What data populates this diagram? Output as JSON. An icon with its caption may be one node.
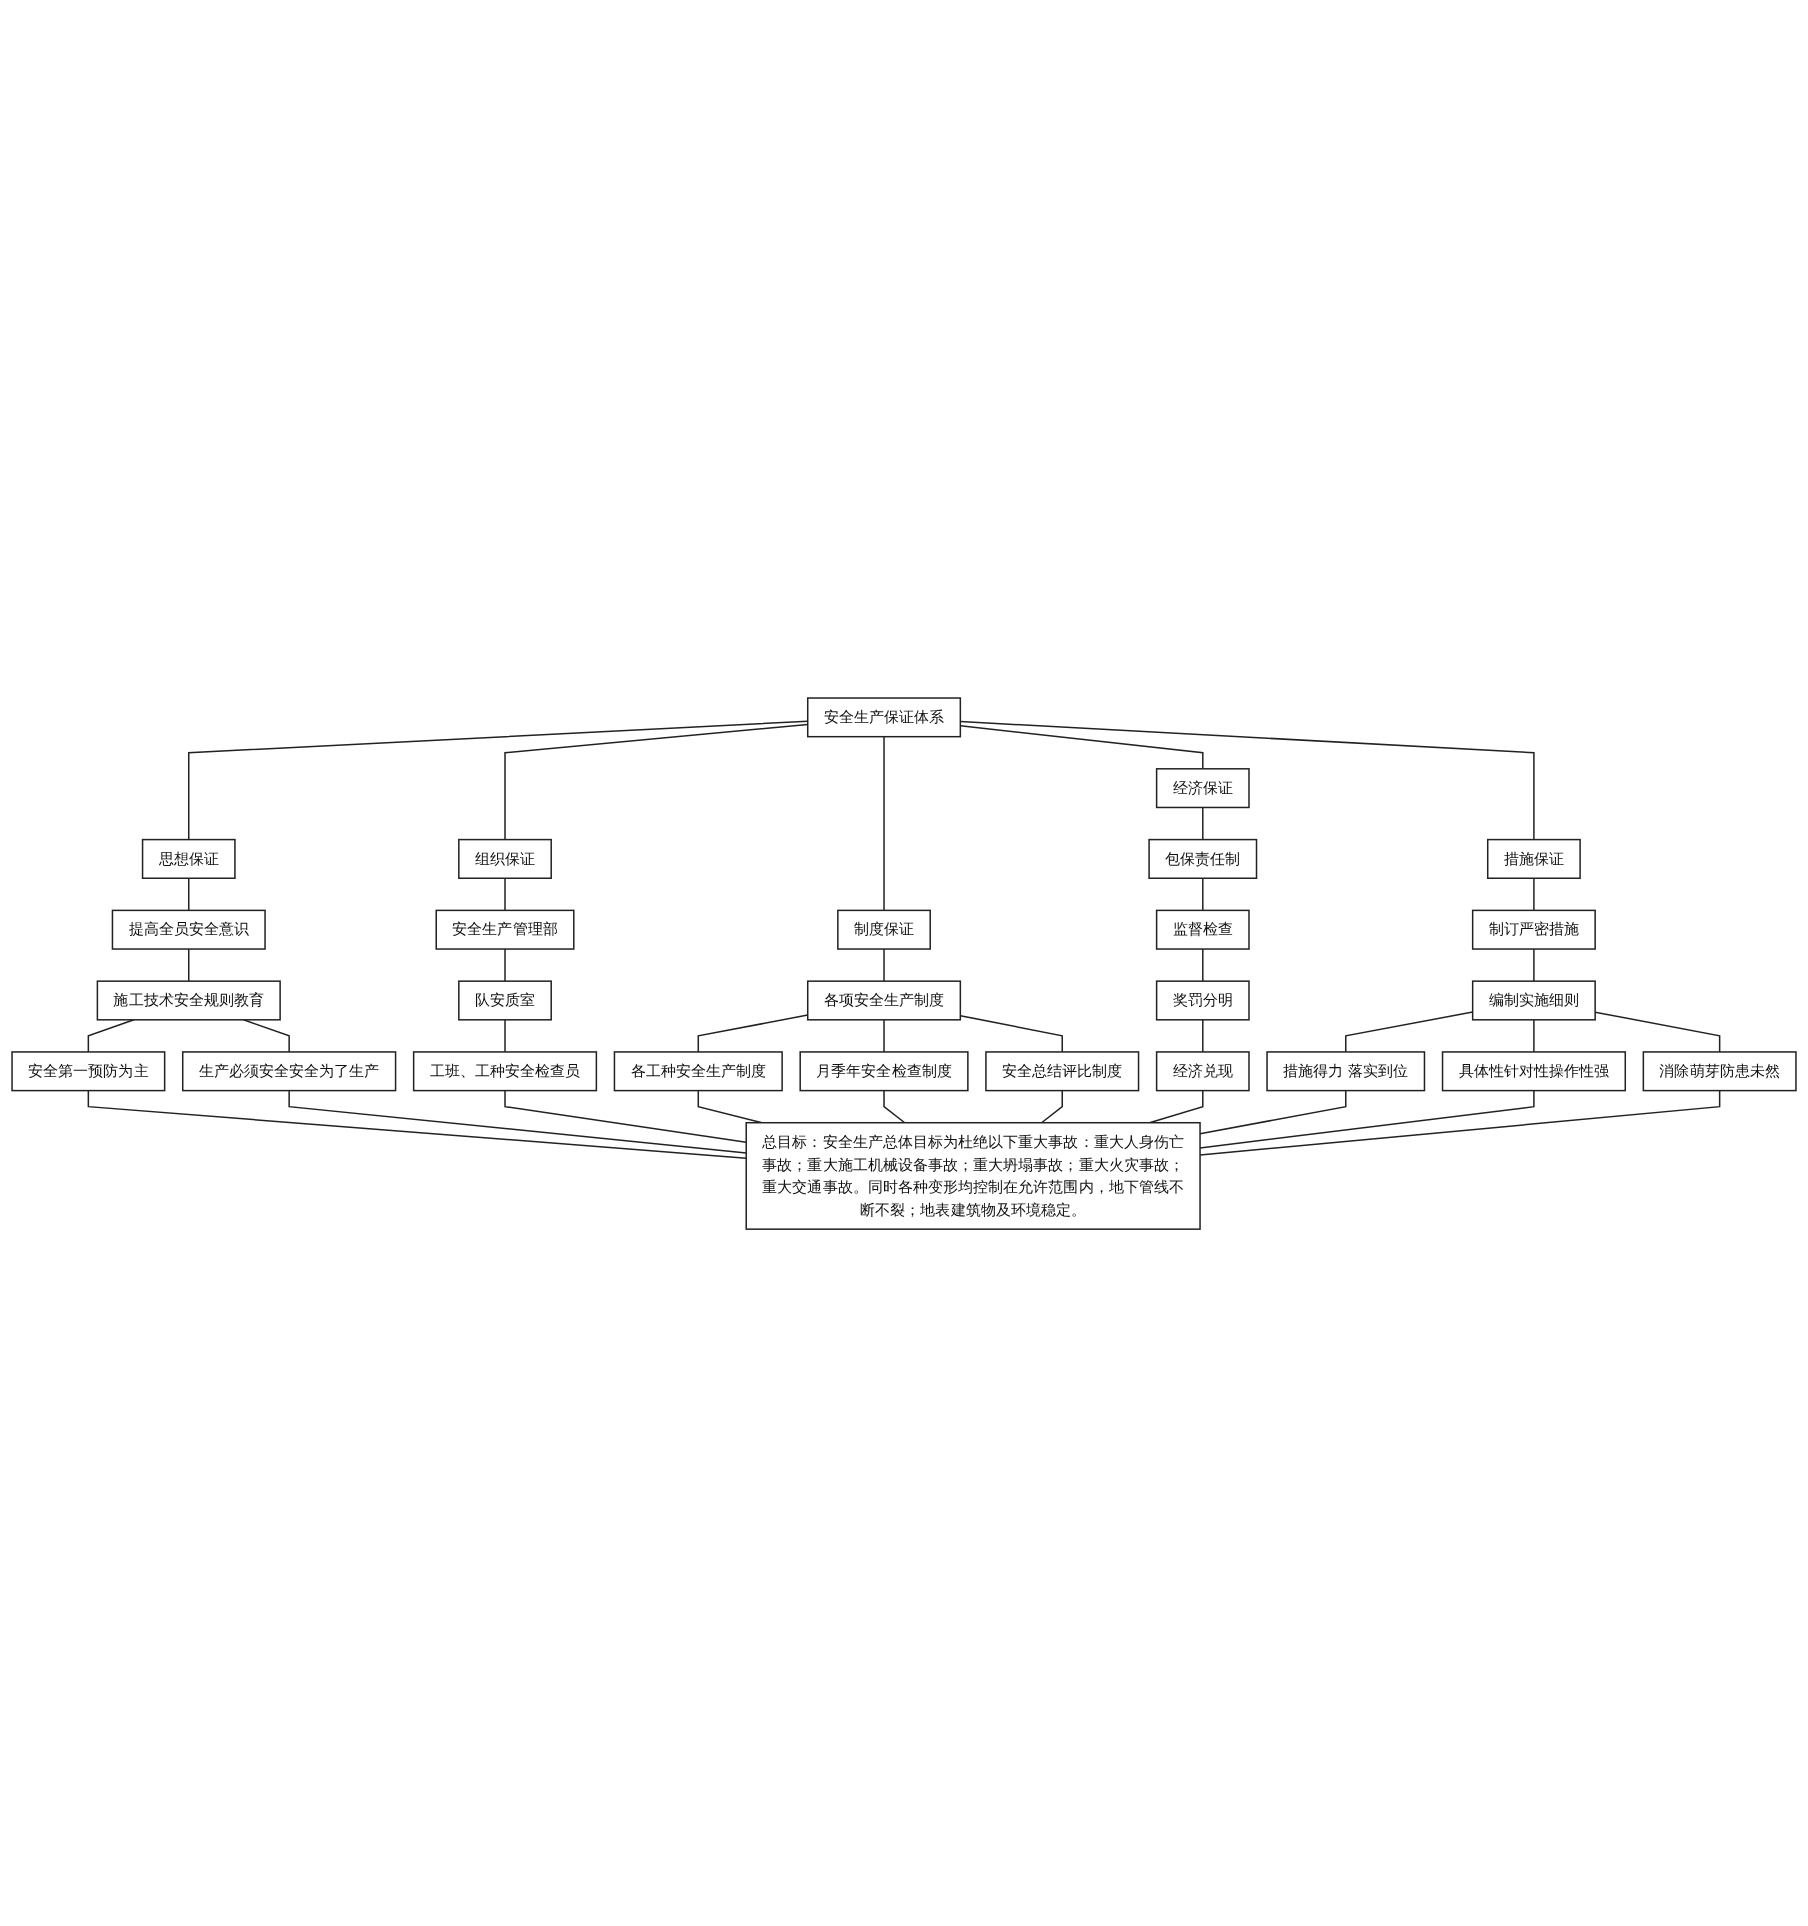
{
  "diagram": {
    "nodes": [
      {
        "text": [
          "安全生产保证体系"
        ]
      },
      {
        "text": [
          "思想保证"
        ]
      },
      {
        "text": [
          "组织保证"
        ]
      },
      {
        "text": [
          "制度保证"
        ]
      },
      {
        "text": [
          "经济保证"
        ]
      },
      {
        "text": [
          "措施保证"
        ]
      },
      {
        "text": [
          "提高全员安全意识"
        ]
      },
      {
        "text": [
          "安全生产管理部"
        ]
      },
      {
        "text": [
          "各项安全生产制度"
        ]
      },
      {
        "text": [
          "包保责任制"
        ]
      },
      {
        "text": [
          "制订严密措施"
        ]
      },
      {
        "text": [
          "施工技术安全规则教育"
        ]
      },
      {
        "text": [
          "监督检查"
        ]
      },
      {
        "text": [
          "编制实施细则"
        ]
      },
      {
        "text": [
          "安全第一预防为主"
        ]
      },
      {
        "text": [
          "生产必须安全安全为了生产"
        ]
      },
      {
        "text": [
          "队安质室"
        ]
      },
      {
        "text": [
          "各工种安全生产制度"
        ]
      },
      {
        "text": [
          "月季年安全检查制度"
        ]
      },
      {
        "text": [
          "安全总结评比制度"
        ]
      },
      {
        "text": [
          "奖罚分明"
        ]
      },
      {
        "text": [
          "措施得力 落实到位"
        ]
      },
      {
        "text": [
          "具体性针对性操作性强"
        ]
      },
      {
        "text": [
          "消除萌芽防患未然"
        ]
      },
      {
        "text": [
          "工班、工种安全检查员"
        ]
      },
      {
        "text": [
          "经济兑现"
        ]
      },
      {
        "text": [
          "总目标：安全生产总体目标为杜绝以下重大事故：重大人身伤亡事故；重大施工机械设备事故；重大坍塌事故；重大火灾事故；重大交通事故。同时各种变形均控制在允许范围内，地下管线不断不裂；地表建筑物及环境稳定。"
        ]
      }
    ],
    "edges": [
      {
        "from": 0,
        "to": 1,
        "arrow": "none"
      },
      {
        "from": 0,
        "to": 2,
        "arrow": "none"
      },
      {
        "from": 0,
        "to": 3,
        "arrow": "none"
      },
      {
        "from": 0,
        "to": 4,
        "arrow": "none"
      },
      {
        "from": 0,
        "to": 5,
        "arrow": "none"
      },
      {
        "from": 1,
        "to": 6,
        "arrow": "none"
      },
      {
        "from": 2,
        "to": 7,
        "arrow": "none"
      },
      {
        "from": 3,
        "to": 8,
        "arrow": "none"
      },
      {
        "from": 4,
        "to": 9,
        "arrow": "none"
      },
      {
        "from": 5,
        "to": 10,
        "arrow": "none"
      },
      {
        "from": 6,
        "to": 11,
        "arrow": "none"
      },
      {
        "from": 9,
        "to": 12,
        "arrow": "none"
      },
      {
        "from": 10,
        "to": 13,
        "arrow": "none"
      },
      {
        "from": 11,
        "to": 14,
        "arrow": "none"
      },
      {
        "from": 11,
        "to": 15,
        "arrow": "none"
      },
      {
        "from": 7,
        "to": 16,
        "arrow": "none"
      },
      {
        "from": 8,
        "to": 17,
        "arrow": "none"
      },
      {
        "from": 8,
        "to": 18,
        "arrow": "none"
      },
      {
        "from": 8,
        "to": 19,
        "arrow": "none"
      },
      {
        "from": 12,
        "to": 20,
        "arrow": "none"
      },
      {
        "from": 13,
        "to": 21,
        "arrow": "none"
      },
      {
        "from": 13,
        "to": 22,
        "arrow": "none"
      },
      {
        "from": 13,
        "to": 23,
        "arrow": "none"
      },
      {
        "from": 16,
        "to": 24,
        "arrow": "none"
      },
      {
        "from": 20,
        "to": 25,
        "arrow": "none"
      },
      {
        "from": 14,
        "to": 26,
        "arrow": "none"
      },
      {
        "from": 15,
        "to": 26,
        "arrow": "none"
      },
      {
        "from": 24,
        "to": 26,
        "arrow": "none"
      },
      {
        "from": 17,
        "to": 26,
        "arrow": "none"
      },
      {
        "from": 18,
        "to": 26,
        "arrow": "none"
      },
      {
        "from": 19,
        "to": 26,
        "arrow": "none"
      },
      {
        "from": 25,
        "to": 26,
        "arrow": "none"
      },
      {
        "from": 21,
        "to": 26,
        "arrow": "none"
      },
      {
        "from": 22,
        "to": 26,
        "arrow": "none"
      },
      {
        "from": 23,
        "to": 26,
        "arrow": "none"
      }
    ]
  }
}
